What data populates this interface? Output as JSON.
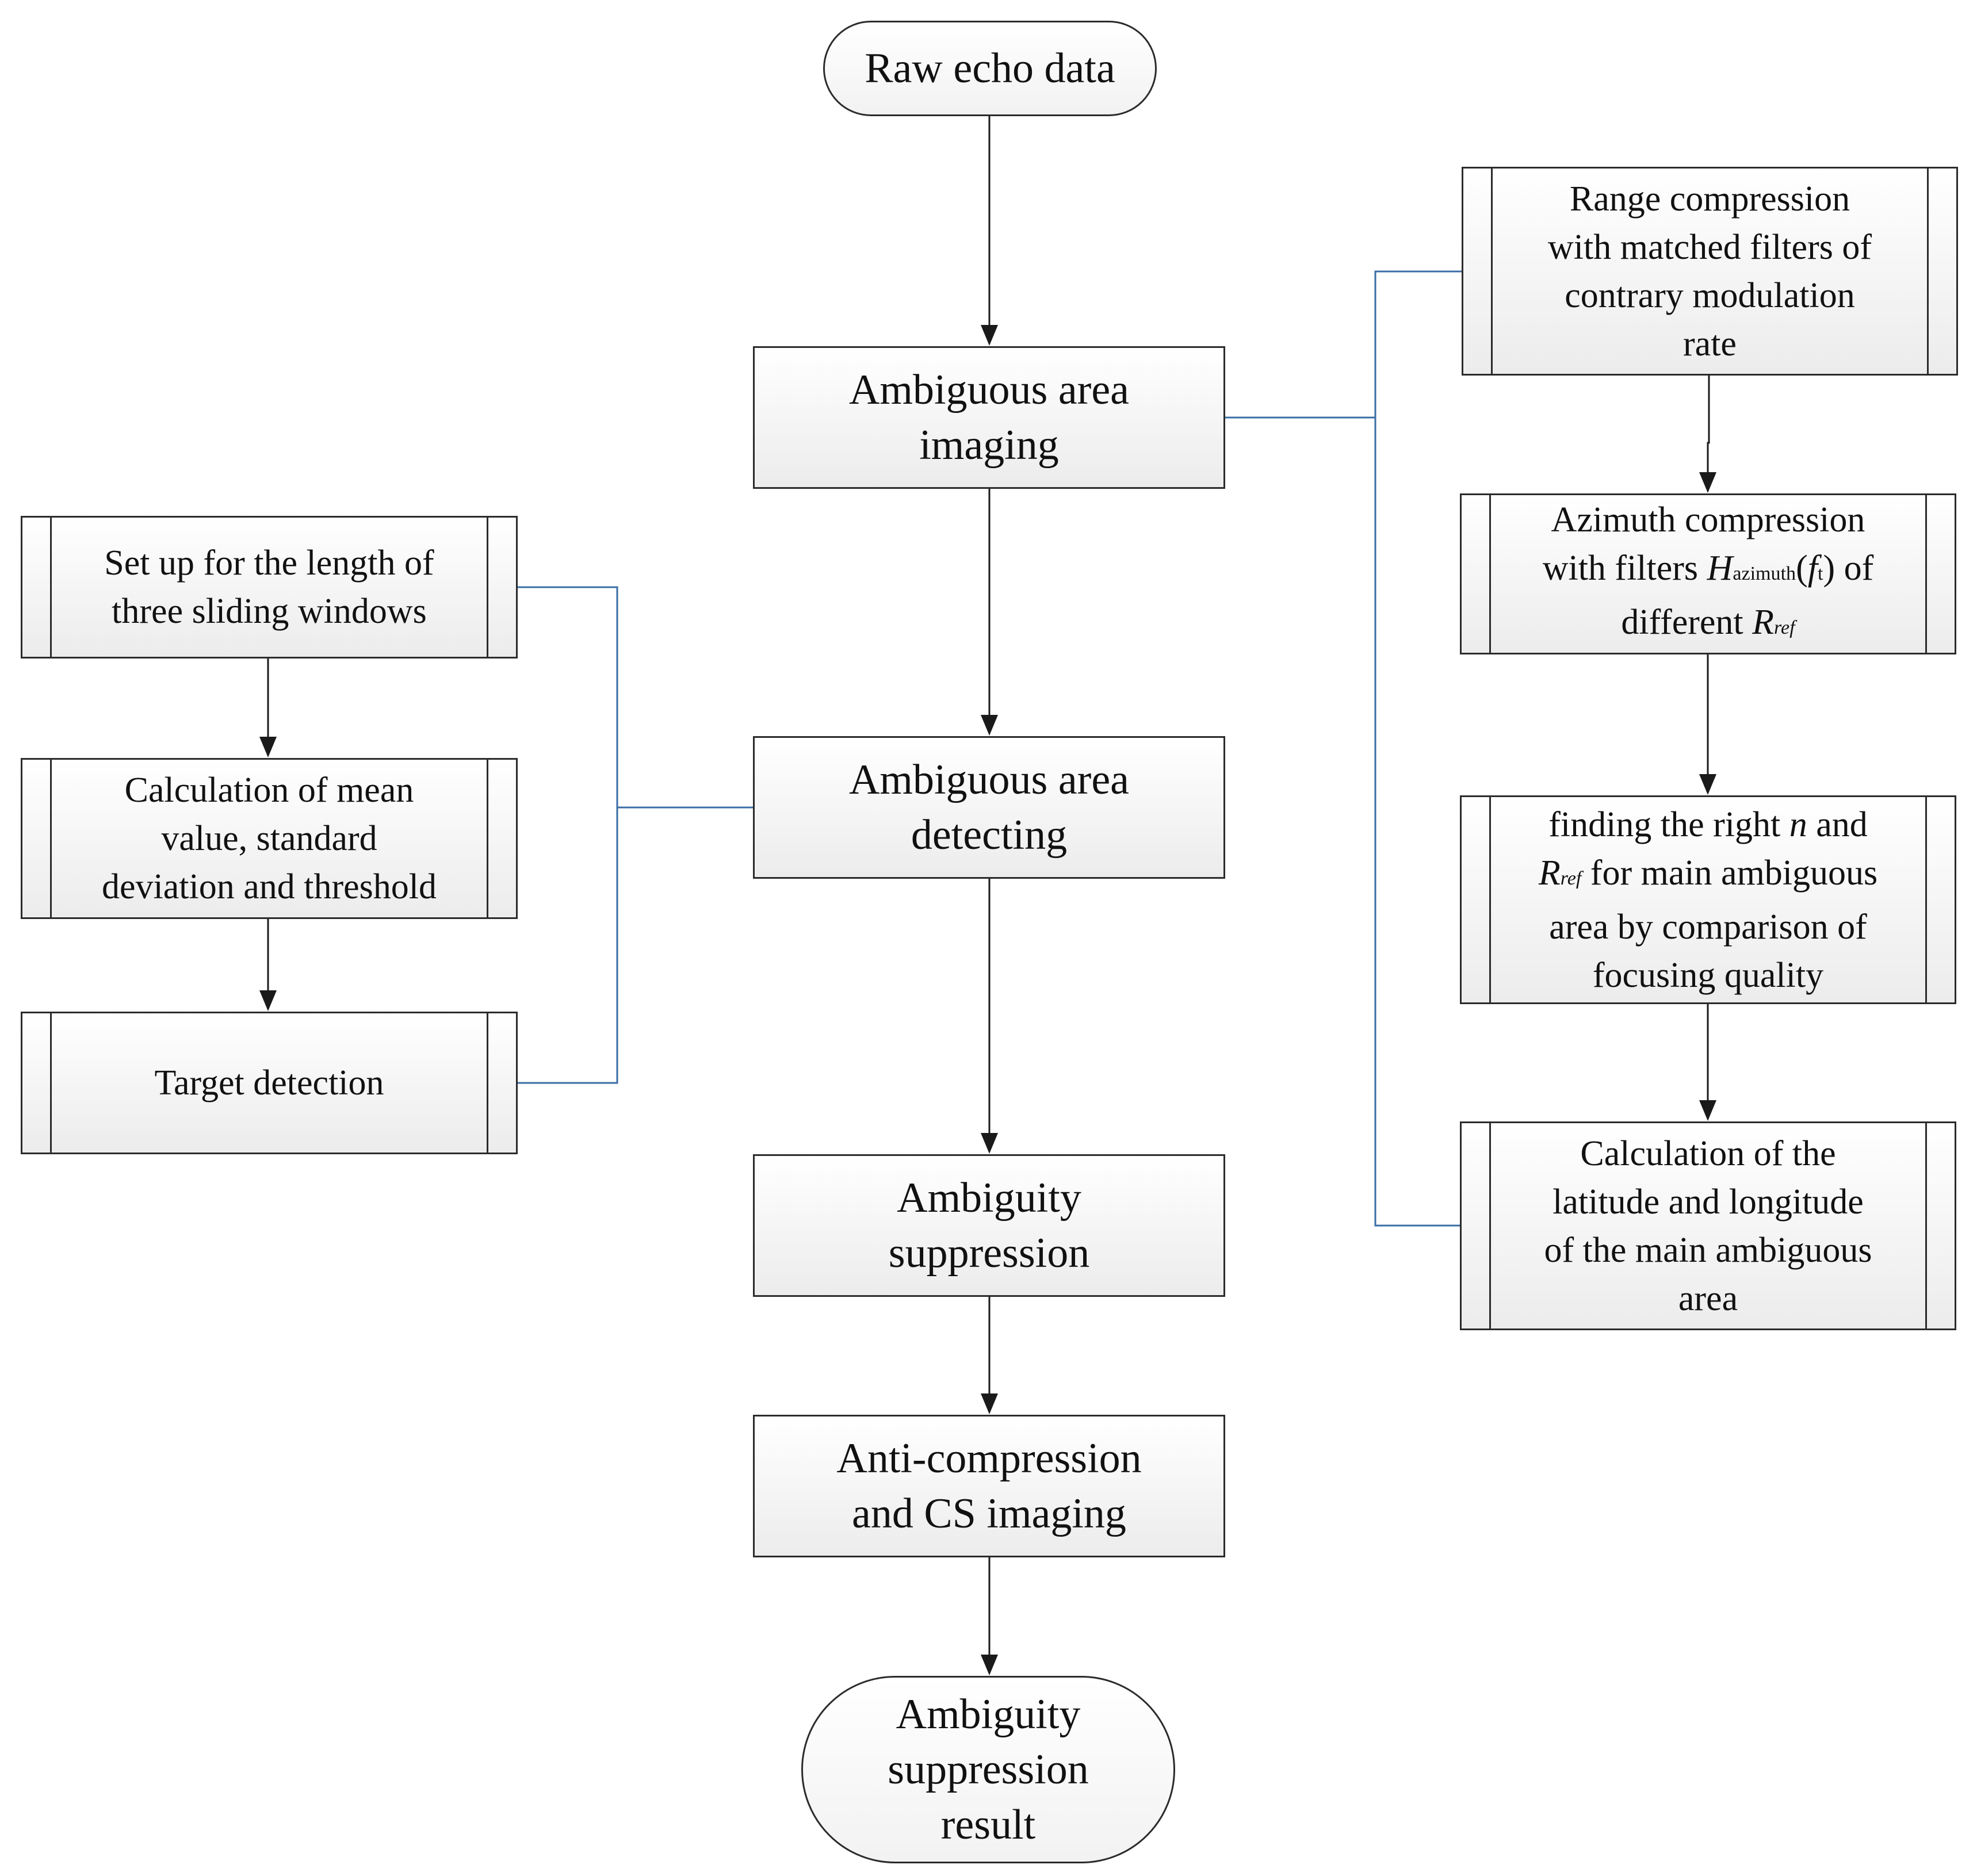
{
  "main_flow": {
    "start": [
      "Raw echo data"
    ],
    "ambiguous_area_imaging": [
      "Ambiguous area",
      "imaging"
    ],
    "ambiguous_area_detecting": [
      "Ambiguous area",
      "detecting"
    ],
    "ambiguity_suppression": [
      "Ambiguity",
      "suppression"
    ],
    "anti_compression": [
      "Anti-compression",
      "and CS imaging"
    ],
    "end": [
      "Ambiguity",
      "suppression",
      "result"
    ]
  },
  "detecting_steps": {
    "setup": [
      "Set up for the length of",
      "three sliding windows"
    ],
    "calculation": [
      "Calculation of mean",
      "value, standard",
      "deviation and threshold"
    ],
    "target": [
      "Target detection"
    ]
  },
  "imaging_steps": {
    "range": [
      "Range compression",
      "with matched filters of",
      "contrary modulation",
      "rate"
    ],
    "azimuth": {
      "line1": "Azimuth compression",
      "line2_prefix": "with filters ",
      "H": "H",
      "H_sub": "azimuth",
      "paren_open": "(",
      "f": "f",
      "f_sub": "t",
      "paren_close": ")",
      "line2_suffix": " of",
      "line3_prefix": "different ",
      "R": "R",
      "R_sub": "ref"
    },
    "finding": {
      "line1_prefix": "finding the right ",
      "n": "n",
      "line1_suffix": " and",
      "R": "R",
      "R_sub": "ref",
      "line2_suffix": " for main ambiguous",
      "line3": "area by comparison of",
      "line4": "focusing quality"
    },
    "latlon": [
      "Calculation of the",
      "latitude and longitude",
      "of the main ambiguous",
      "area"
    ]
  },
  "colors": {
    "flow_arrow": "#1a1a1a",
    "connector": "#3a6ea5",
    "box_border": "#2b2b2b"
  }
}
